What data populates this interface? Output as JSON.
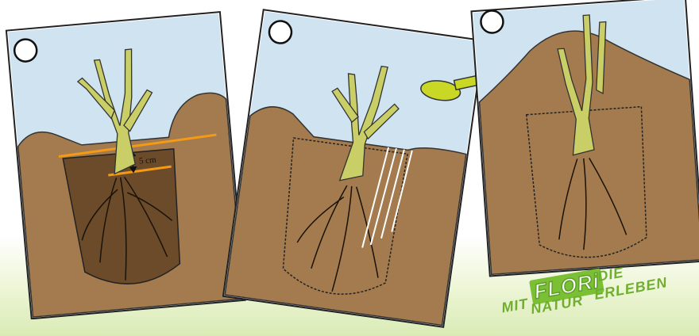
{
  "panels": [
    {
      "step": "",
      "measure_label": "5 cm"
    },
    {
      "step": ""
    },
    {
      "step": ""
    }
  ],
  "logo": {
    "word1": "MIT",
    "word2": "FLORi",
    "word3": "DIE",
    "word4": "NATUR",
    "word5": "ERLEBEN"
  },
  "colors": {
    "sky": "#cfe3f0",
    "soil": "#a47b4e",
    "hole": "#6b4b2a",
    "plant": "#c9cf66",
    "measure_line": "#f39a16",
    "watering_can": "#c9d825"
  }
}
